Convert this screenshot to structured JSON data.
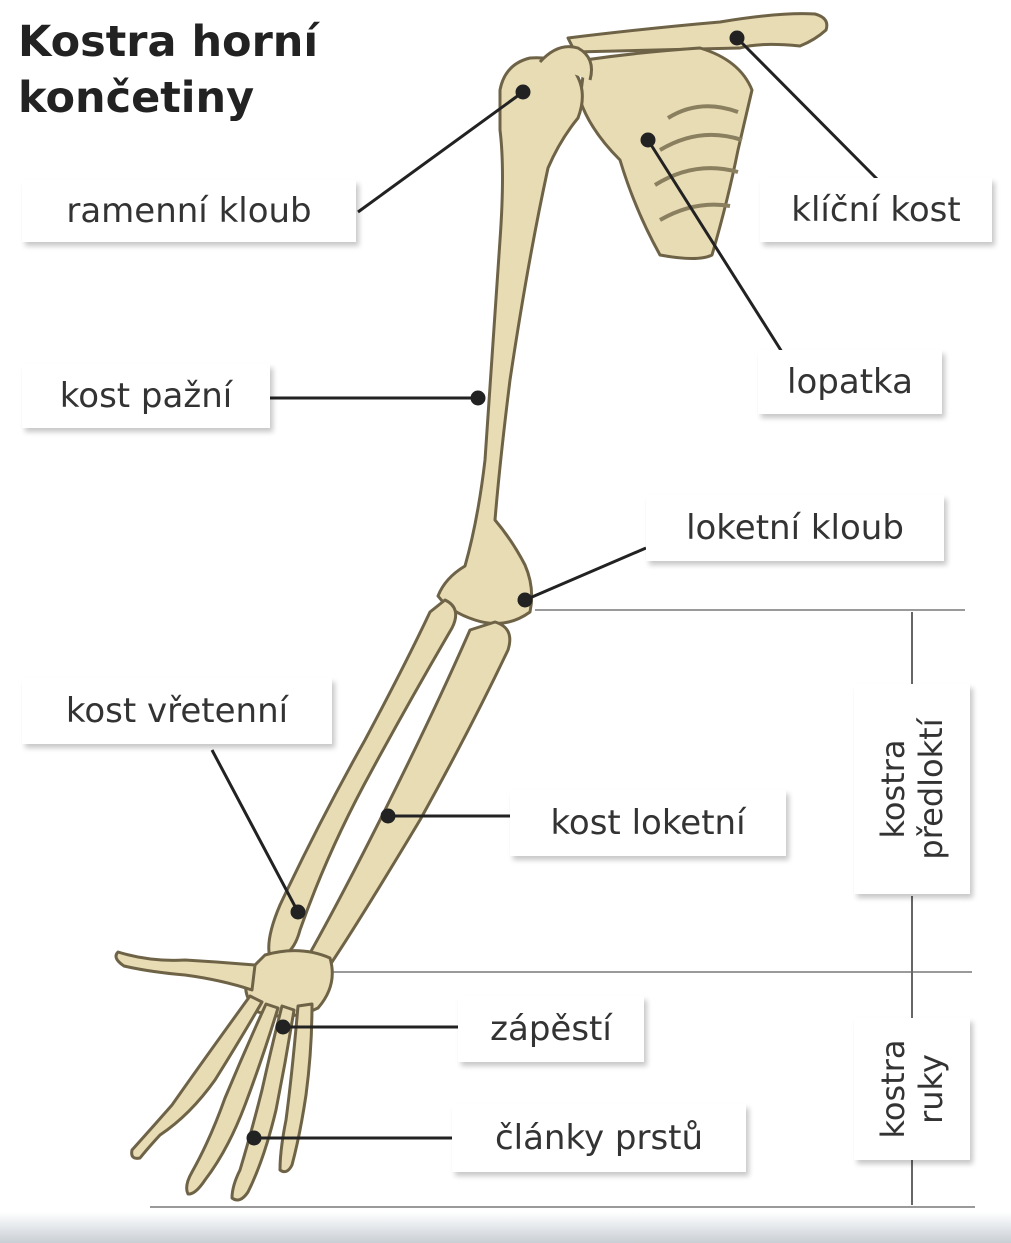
{
  "title": {
    "line1": "Kostra horní",
    "line2": "končetiny"
  },
  "labels": {
    "ramenni_kloub": "ramenní kloub",
    "klicni_kost": "klíční kost",
    "kost_pazni": "kost pažní",
    "lopatka": "lopatka",
    "loketni_kloub": "loketní kloub",
    "kost_vretenni": "kost vřetenní",
    "kost_loketni": "kost loketní",
    "zapesti": "zápěstí",
    "clanky_prstu": "články prstů"
  },
  "regions": {
    "predlokti": {
      "line1": "kostra",
      "line2": "předloktí"
    },
    "ruka": {
      "line1": "kostra",
      "line2": "ruky"
    }
  },
  "colors": {
    "bone": "#e8dcb5",
    "bone_outline": "#6e6346",
    "leader": "#222222",
    "guide": "#9a9a9a"
  }
}
